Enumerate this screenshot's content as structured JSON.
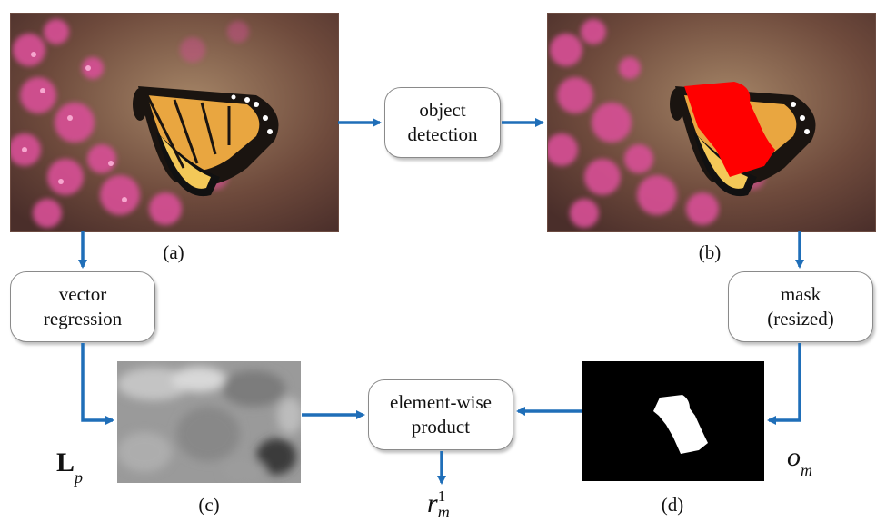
{
  "steps": {
    "object_detection": "object\ndetection",
    "vector_regression": "vector\nregression",
    "mask_resized": "mask\n(resized)",
    "element_wise_product": "element-wise\nproduct"
  },
  "captions": {
    "a": "(a)",
    "b": "(b)",
    "c": "(c)",
    "d": "(d)"
  },
  "symbols": {
    "L_main": "L",
    "L_sub": "p",
    "o_main": "o",
    "o_sub": "m",
    "r_main": "r",
    "r_sub": "m",
    "r_sup": "1"
  },
  "colors": {
    "arrow": "#1f6eb8",
    "mask_overlay": "#ff0000",
    "mask_background": "#000000",
    "mask_foreground": "#ffffff"
  }
}
